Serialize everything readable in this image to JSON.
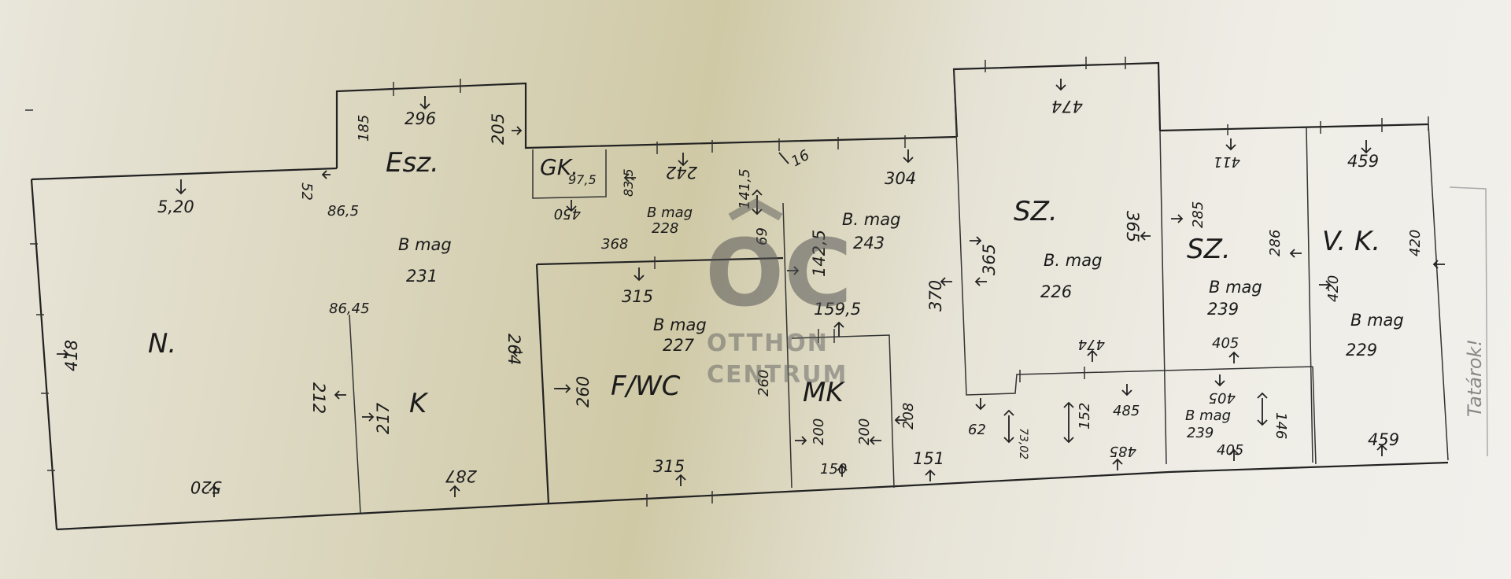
{
  "rooms": {
    "n": "N.",
    "esz": "Esz.",
    "gk": "GK.",
    "k": "K",
    "f_wc": "F/WC",
    "mk": "MK",
    "sz1": "SZ.",
    "sz2": "SZ.",
    "vk": "V. K."
  },
  "heights": {
    "esz_label": "B mag",
    "esz_value": "231",
    "gk_label": "B mag",
    "gk_value": "228",
    "mid_label": "B. mag",
    "mid_value": "243",
    "f_label": "B mag",
    "f_value": "227",
    "sz1_label": "B. mag",
    "sz1_value": "226",
    "sz2_label": "B mag",
    "sz2_value": "239",
    "low_label": "B mag",
    "low_value": "239",
    "vk_label": "B mag",
    "vk_value": "229"
  },
  "dims": {
    "d296": "296",
    "d205a": "205",
    "d185": "185",
    "d52": "52",
    "d865a": "86,5",
    "d520top": "5,20",
    "d418": "418",
    "d212": "212",
    "d217": "217",
    "d520bot": "520",
    "d287": "287",
    "d8645": "86,45",
    "d975": "97,5",
    "d835": "83,5",
    "d450": "450",
    "d242": "242",
    "d1415": "141,5",
    "d16": "16",
    "d304": "304",
    "d368": "368",
    "d315top": "315",
    "d69": "69",
    "d1425": "142,5",
    "d264": "264",
    "d260a": "260",
    "d260b": "260",
    "d315bot": "315",
    "d1595": "159,5",
    "d200a": "200",
    "d200b": "200",
    "d150": "150",
    "d208": "208",
    "d370": "370",
    "d151": "151",
    "d474top": "474",
    "d365a": "365",
    "d365b": "365",
    "d474low": "474",
    "d62": "62",
    "d7302": "73,02",
    "d152": "152",
    "d485a": "485",
    "d485b": "485",
    "d411": "411",
    "d285": "285",
    "d286": "286",
    "d405a": "405",
    "d405b": "405",
    "d405c": "405",
    "d146": "146",
    "d459top": "459",
    "d420a": "420",
    "d420b": "420",
    "d459bot": "459"
  },
  "street": "Tatárok!",
  "watermark": {
    "logo": "OC",
    "line1": "OTTHON",
    "line2": "CENTRUM"
  }
}
